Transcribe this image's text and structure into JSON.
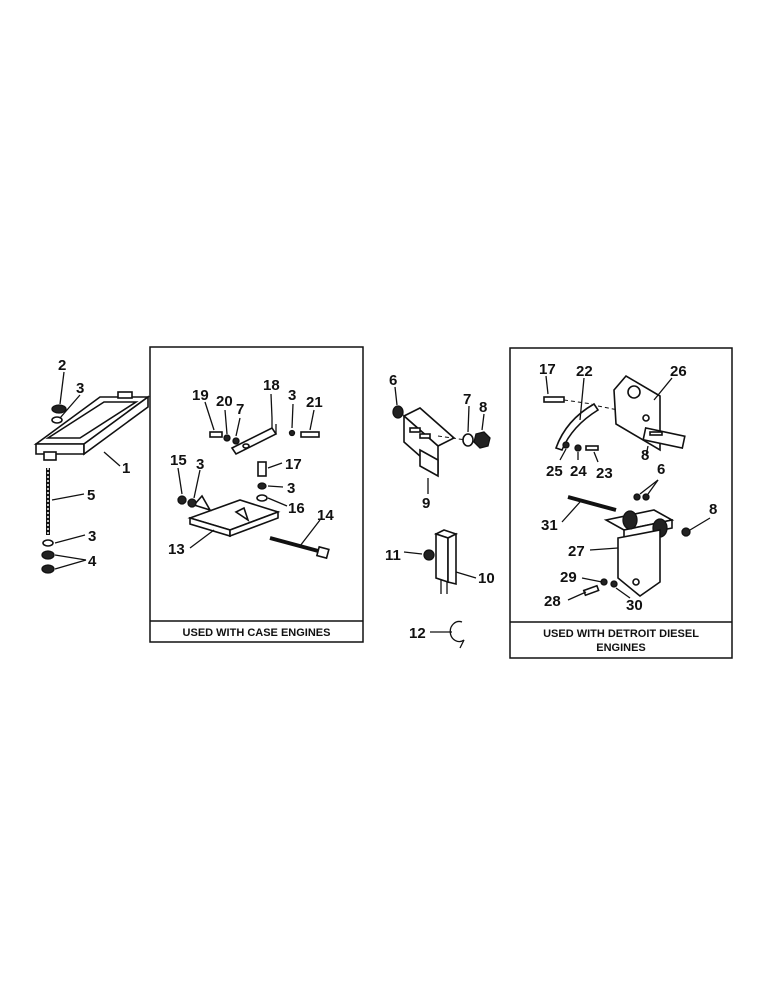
{
  "panels": {
    "case": {
      "caption": "USED WITH CASE ENGINES"
    },
    "detroit": {
      "caption_line1": "USED WITH DETROIT DIESEL",
      "caption_line2": "ENGINES"
    }
  },
  "callouts": {
    "left": [
      "2",
      "3",
      "1",
      "5",
      "3",
      "4"
    ],
    "case": [
      "19",
      "20",
      "7",
      "18",
      "3",
      "21",
      "15",
      "3",
      "17",
      "3",
      "16",
      "14",
      "13"
    ],
    "center": [
      "6",
      "7",
      "8",
      "9",
      "11",
      "10",
      "12"
    ],
    "detroit": [
      "17",
      "22",
      "26",
      "25",
      "24",
      "23",
      "8",
      "6",
      "31",
      "8",
      "27",
      "29",
      "28",
      "30"
    ]
  }
}
